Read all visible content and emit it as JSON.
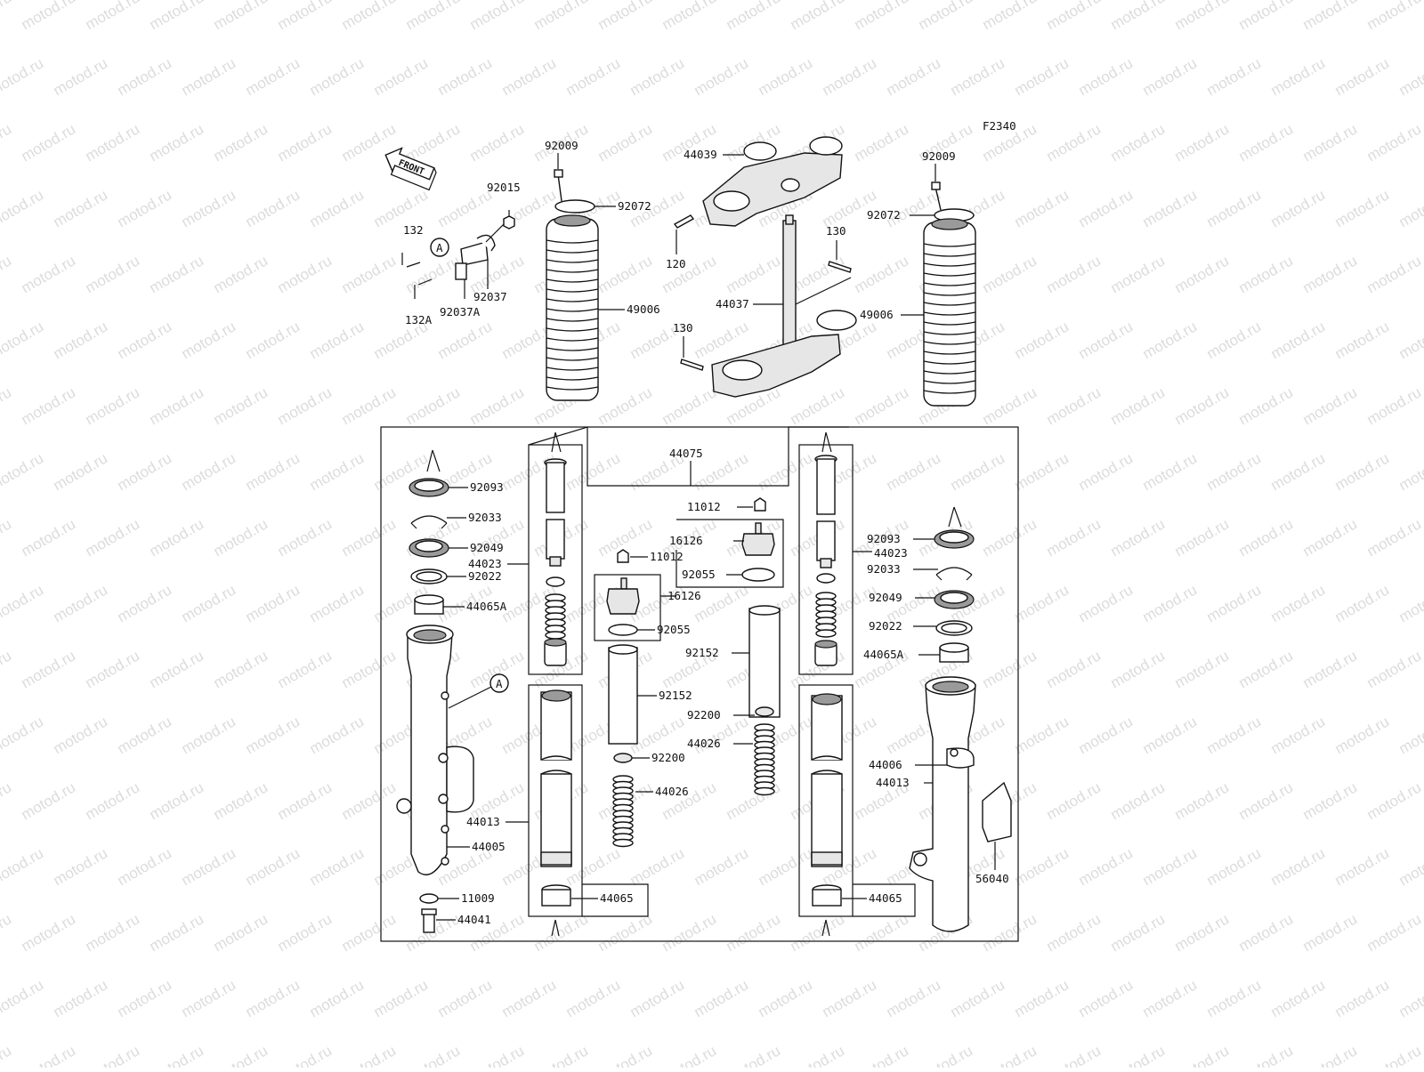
{
  "diagram_code": "F2340",
  "front_label": "FRONT",
  "watermark_text": "motod.ru",
  "callout_a": "A",
  "labels": {
    "p92009_l": "92009",
    "p92072_l": "92072",
    "p92015": "92015",
    "p132": "132",
    "p132A": "132A",
    "p92037": "92037",
    "p92037A": "92037A",
    "p49006_l": "49006",
    "p44039": "44039",
    "p120": "120",
    "p44037": "44037",
    "p130_l": "130",
    "p130_r": "130",
    "p92009_r": "92009",
    "p92072_r": "92072",
    "p49006_r": "49006",
    "p44075": "44075",
    "p11012_a": "11012",
    "p16126_a": "16126",
    "p92055_a": "92055",
    "p11012_b": "11012",
    "p16126_b": "16126",
    "p92055_b": "92055",
    "p92152_r": "92152",
    "p92152_l": "92152",
    "p92200_r": "92200",
    "p92200_l": "92200",
    "p44026_r": "44026",
    "p44026_l": "44026",
    "p92093_l": "92093",
    "p92033_l": "92033",
    "p92049_l": "92049",
    "p44023_l": "44023",
    "p92022_l": "92022",
    "p44065A_l": "44065A",
    "p44013_l": "44013",
    "p44005": "44005",
    "p11009": "11009",
    "p44041": "44041",
    "p44065_l": "44065",
    "p92093_r": "92093",
    "p44023_r": "44023",
    "p92033_r": "92033",
    "p92049_r": "92049",
    "p92022_r": "92022",
    "p44065A_r": "44065A",
    "p44006": "44006",
    "p44013_r": "44013",
    "p56040": "56040",
    "p44065_r": "44065"
  }
}
